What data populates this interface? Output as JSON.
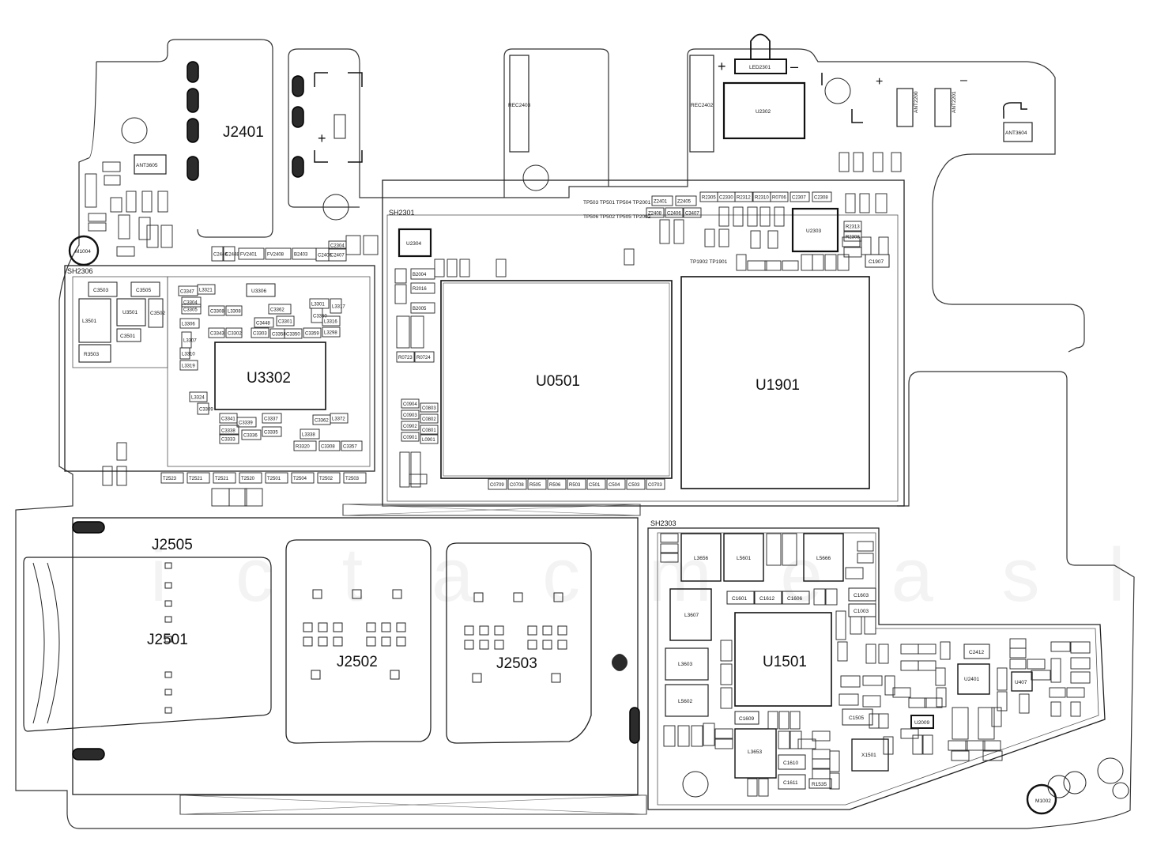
{
  "labels": {
    "J2401": "J2401",
    "J2505": "J2505",
    "J2501": "J2501",
    "J2502": "J2502",
    "J2503": "J2503",
    "U3302": "U3302",
    "U0501": "U0501",
    "U1901": "U1901",
    "U1501": "U1501",
    "SH2301": "SH2301",
    "SH2306": "SH2306",
    "SH2303": "SH2303",
    "M1004": "M1004",
    "M1002": "M1002",
    "LED2301": "LED2301",
    "U2302": "U2302",
    "REC2403": "REC2403",
    "REC2402": "REC2402",
    "ANT3604": "ANT3604",
    "ANT3605": "ANT3605",
    "ANT2200": "ANT2200",
    "ANT2201": "ANT2201",
    "U2304": "U2304",
    "U2303": "U2303",
    "U2401": "U2401",
    "U2009": "U2009",
    "U407": "U407",
    "X1501": "X1501",
    "U3501": "U3501",
    "U3306": "U3306",
    "L3501": "L3501",
    "R3503": "R3503",
    "C3503": "C3503",
    "C3505": "C3505",
    "C3501": "C3501",
    "C3502": "C3502",
    "L3603": "L3603",
    "L5602": "L5602",
    "L3607": "L3607",
    "L3656": "L3656",
    "L5601": "L5601",
    "L5666": "L5666",
    "L3653": "L3653",
    "C1505": "C1505",
    "C1601": "C1601",
    "C1612": "C1612",
    "C1606": "C1606",
    "C1603": "C1603",
    "C1003": "C1003",
    "C1907": "C1907",
    "C1609": "C1609",
    "C1610": "C1610",
    "C1611": "C1611",
    "C2412": "C2412",
    "R1535": "R1535",
    "TP_row1": "TP503 TP501 TP504 TP2001",
    "TP_row2": "TP506 TP502 TP505 TP2002",
    "TP1902": "TP1902 TP1901",
    "plus": "+",
    "minus": "–",
    "watermark": "i c t a c m e a s l e"
  },
  "testpoints": [
    "T2523",
    "T2521",
    "T2521",
    "T2520",
    "T2501",
    "T2504",
    "T2502",
    "T2503"
  ],
  "row_below_u0501": [
    "C0709",
    "C0708",
    "R505",
    "R506",
    "R503",
    "C501",
    "C504",
    "C503",
    "C0703"
  ],
  "left_chip_col": [
    "B2004",
    "R2016",
    "B2005",
    "R0723",
    "R0724"
  ],
  "u0501_left": [
    "C0904",
    "C0903",
    "C0902",
    "C0901",
    "L0901",
    "C0803",
    "C0802",
    "C0801"
  ],
  "strip_top": [
    "C2446",
    "C2448",
    "FV2401",
    "FV2408",
    "B2403",
    "C2406",
    "C2407",
    "C2304"
  ],
  "u3302_left": [
    "C3347",
    "L3321",
    "C3304",
    "C3305",
    "L3306",
    "L3307",
    "L3310",
    "L3319",
    "L3324",
    "C3341",
    "C3309"
  ],
  "u3302_top": [
    "C3308",
    "L3308",
    "C3343",
    "C3302",
    "C3362",
    "C3301",
    "C3350",
    "C3448",
    "C3303",
    "C3358",
    "C3359",
    "C3360",
    "L3301",
    "L3317",
    "L3316",
    "L3298"
  ],
  "u3302_bottom": [
    "C3337",
    "C3338",
    "C3339",
    "C3333",
    "C3336",
    "C3335",
    "L3338",
    "C3362",
    "L3372",
    "R3320",
    "C3308",
    "C3357"
  ],
  "u1901_top": [
    "Z2401",
    "Z2405",
    "Z2408",
    "C2406",
    "C3407",
    "R2305",
    "C2330",
    "R2312",
    "R2310",
    "R0706",
    "C2307",
    "C2308",
    "R2313",
    "R2308"
  ]
}
